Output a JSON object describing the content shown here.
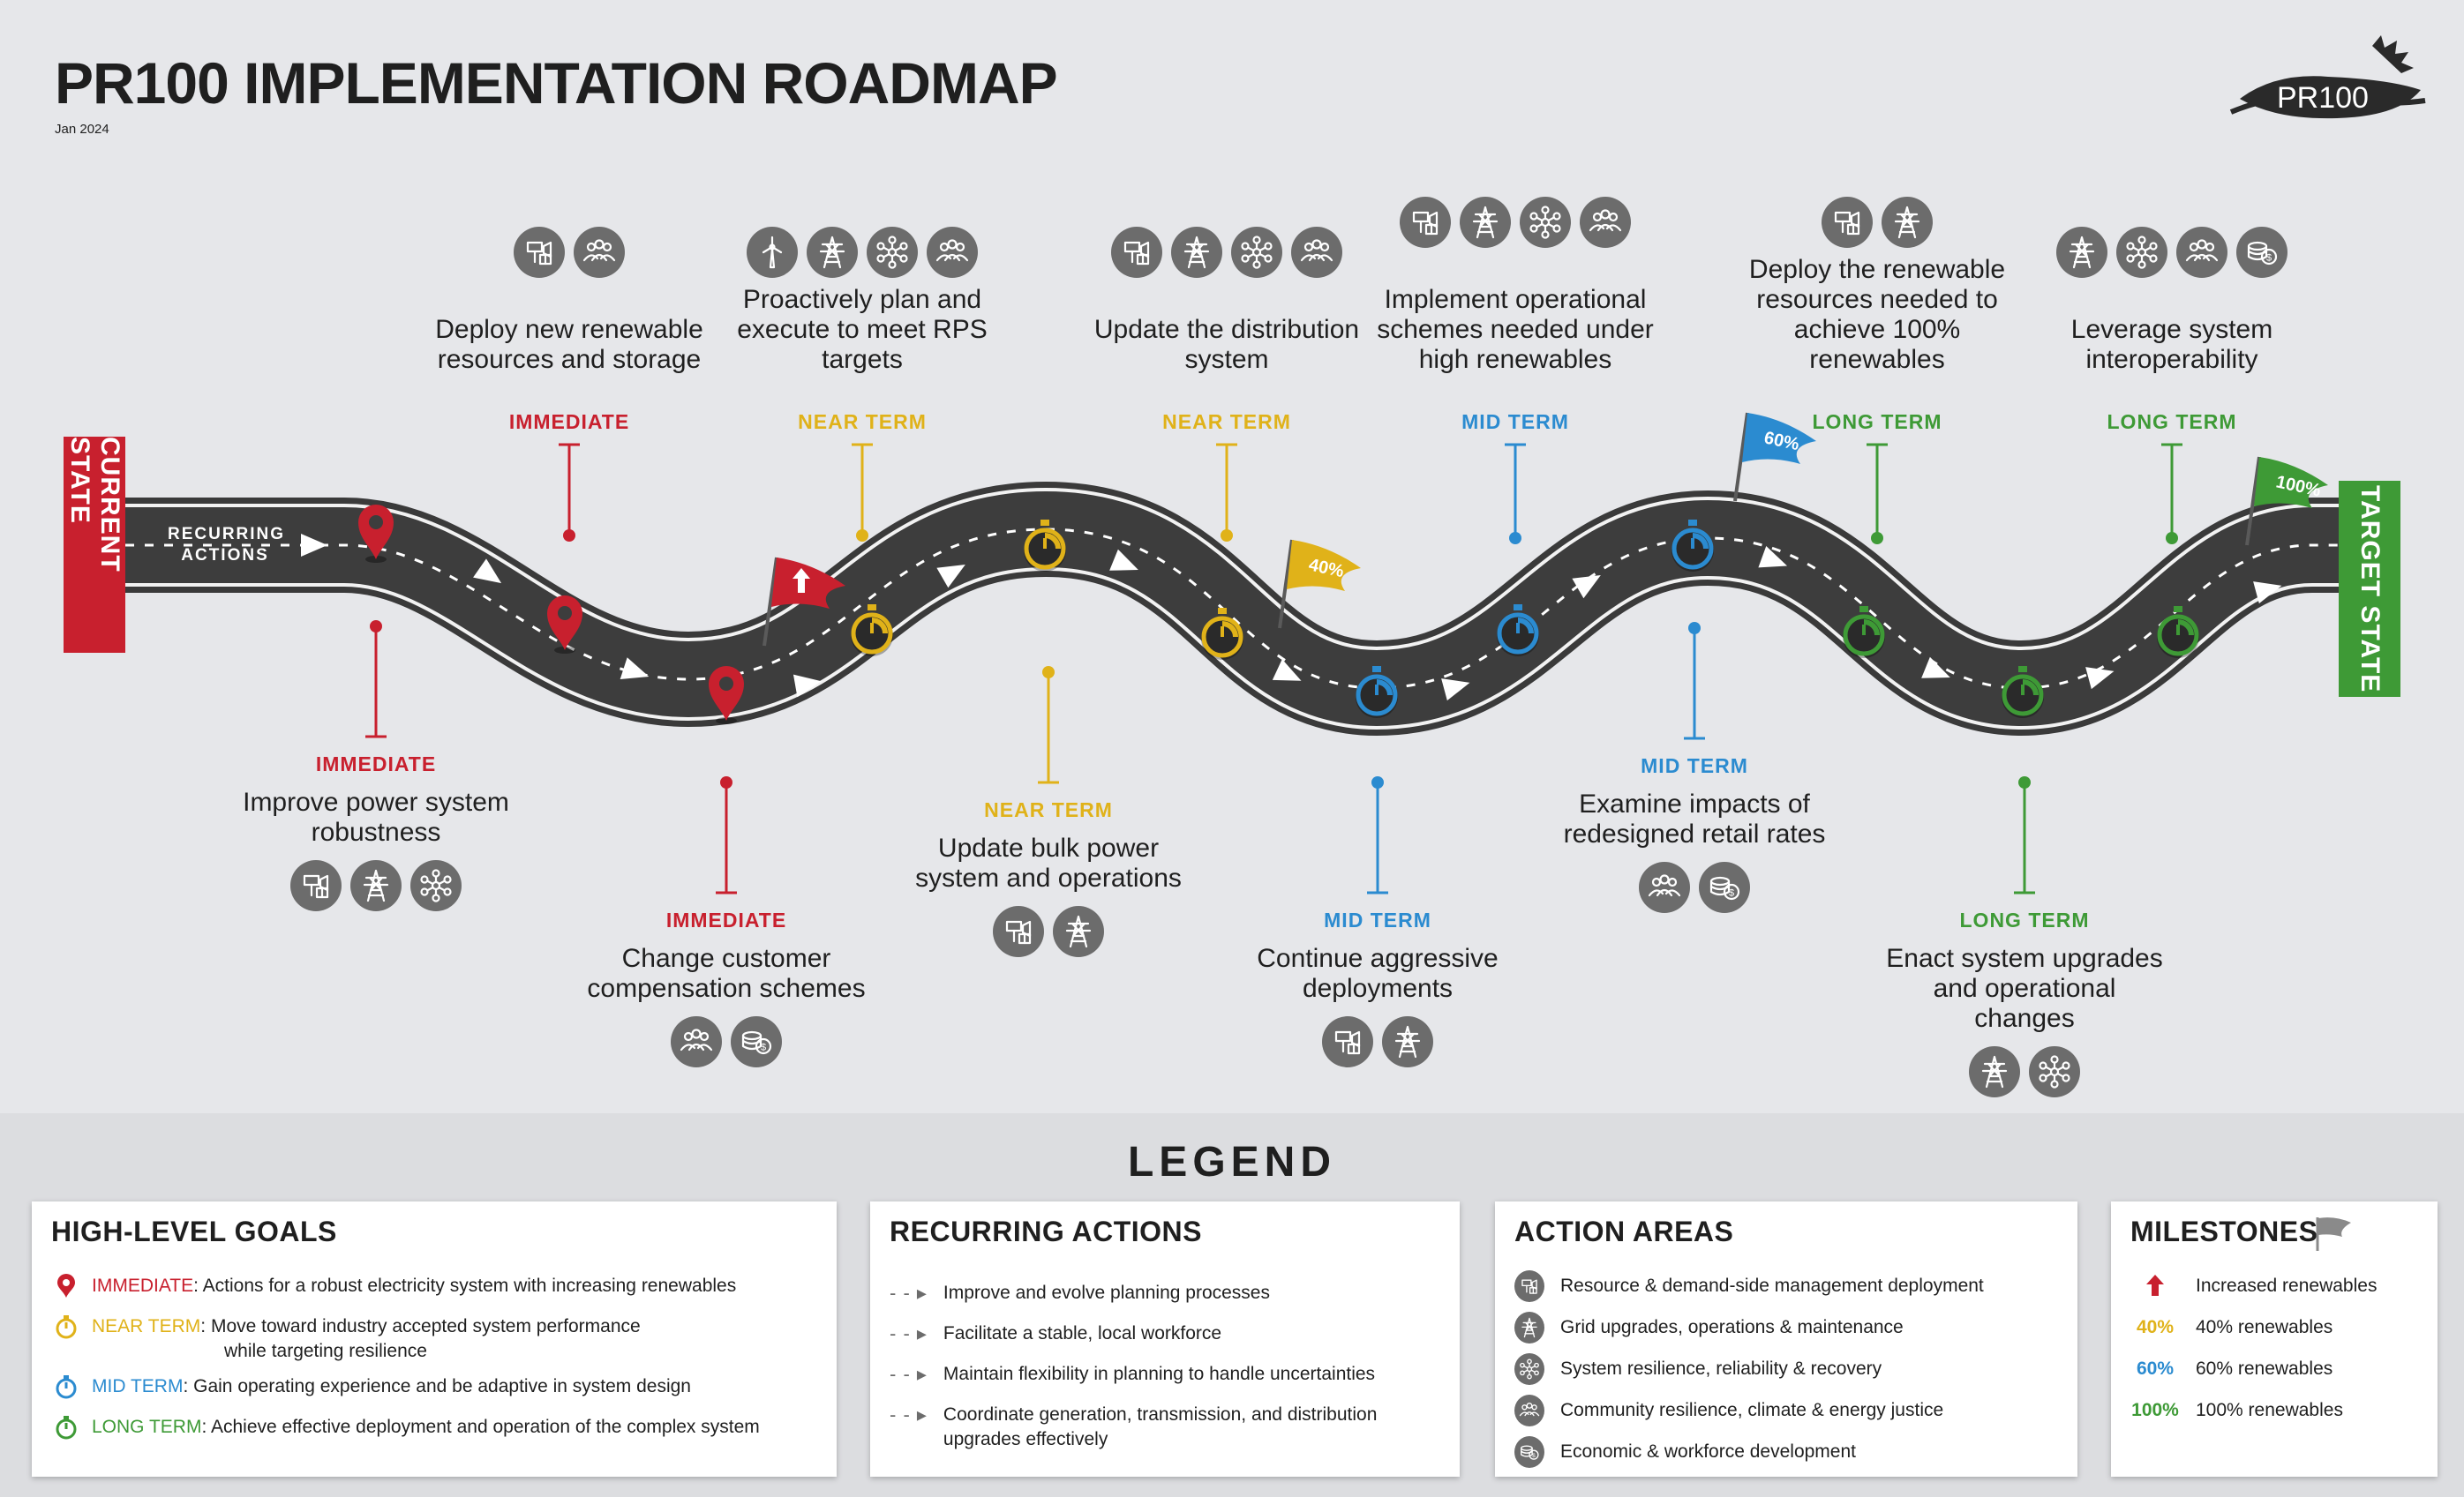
{
  "title": "PR100 IMPLEMENTATION ROADMAP",
  "date": "Jan 2024",
  "logo_text": "PR100",
  "current_state": "CURRENT STATE",
  "target_state": "TARGET STATE",
  "recurring_label": "RECURRING\nACTIONS",
  "colors": {
    "immediate": "#c8202e",
    "near": "#e0b219",
    "mid": "#2b8bd0",
    "long": "#3e9a36",
    "road": "#3a3a3a",
    "icon": "#6c6c6c"
  },
  "top_actions": [
    {
      "text": "Deploy new renewable resources and storage",
      "term": "IMMEDIATE",
      "term_key": "immediate",
      "icons": [
        "resource-icon",
        "community-icon"
      ]
    },
    {
      "text": "Proactively plan and execute to meet RPS targets",
      "term": "NEAR TERM",
      "term_key": "near",
      "icons": [
        "wind-turbine-icon",
        "grid-tower-icon",
        "network-icon",
        "community-icon"
      ]
    },
    {
      "text": "Update the distribution system",
      "term": "NEAR TERM",
      "term_key": "near",
      "icons": [
        "resource-icon",
        "grid-tower-icon",
        "network-icon",
        "community-icon"
      ]
    },
    {
      "text": "Implement operational schemes needed under high renewables",
      "term": "MID TERM",
      "term_key": "mid",
      "icons": [
        "resource-icon",
        "grid-tower-icon",
        "network-icon",
        "community-icon"
      ]
    },
    {
      "text": "Deploy the renewable resources needed to achieve 100% renewables",
      "term": "LONG TERM",
      "term_key": "long",
      "icons": [
        "resource-icon",
        "grid-tower-icon"
      ]
    },
    {
      "text": "Leverage system interoperability",
      "term": "LONG TERM",
      "term_key": "long",
      "icons": [
        "grid-tower-icon",
        "network-icon",
        "community-icon",
        "economic-icon"
      ]
    }
  ],
  "bottom_actions": [
    {
      "text": "Improve power system robustness",
      "term": "IMMEDIATE",
      "term_key": "immediate",
      "icons": [
        "resource-icon",
        "grid-tower-icon",
        "network-icon"
      ]
    },
    {
      "text": "Change customer compensation schemes",
      "term": "IMMEDIATE",
      "term_key": "immediate",
      "icons": [
        "community-icon",
        "economic-icon"
      ]
    },
    {
      "text": "Update bulk power system and operations",
      "term": "NEAR TERM",
      "term_key": "near",
      "icons": [
        "resource-icon",
        "grid-tower-icon"
      ]
    },
    {
      "text": "Continue aggressive deployments",
      "term": "MID TERM",
      "term_key": "mid",
      "icons": [
        "resource-icon",
        "grid-tower-icon"
      ]
    },
    {
      "text": "Examine impacts of redesigned retail rates",
      "term": "MID TERM",
      "term_key": "mid",
      "icons": [
        "community-icon",
        "economic-icon"
      ]
    },
    {
      "text": "Enact system upgrades and operational changes",
      "term": "LONG TERM",
      "term_key": "long",
      "icons": [
        "grid-tower-icon",
        "network-icon"
      ]
    }
  ],
  "flags": [
    {
      "label": "",
      "color": "#c8202e",
      "kind": "arrow"
    },
    {
      "label": "40%",
      "color": "#e0b219",
      "kind": "text"
    },
    {
      "label": "60%",
      "color": "#2b8bd0",
      "kind": "text"
    },
    {
      "label": "100%",
      "color": "#3e9a36",
      "kind": "text"
    }
  ],
  "legend": {
    "title": "LEGEND",
    "goals": {
      "title": "HIGH-LEVEL GOALS",
      "items": [
        {
          "term": "IMMEDIATE",
          "term_key": "immediate",
          "text": ": Actions for a robust electricity system with increasing renewables",
          "text2": ""
        },
        {
          "term": "NEAR TERM",
          "term_key": "near",
          "text": ": Move toward industry accepted system performance",
          "text2": "while targeting resilience"
        },
        {
          "term": "MID TERM",
          "term_key": "mid",
          "text": ": Gain operating experience and be adaptive in system design",
          "text2": ""
        },
        {
          "term": "LONG TERM",
          "term_key": "long",
          "text": ": Achieve effective deployment and operation of the complex system",
          "text2": ""
        }
      ]
    },
    "recurring": {
      "title": "RECURRING ACTIONS",
      "items": [
        "Improve and evolve planning processes",
        "Facilitate a stable, local workforce",
        "Maintain flexibility in planning to handle uncertainties",
        "Coordinate generation, transmission, and distribution upgrades effectively"
      ]
    },
    "areas": {
      "title": "ACTION AREAS",
      "items": [
        {
          "icon": "resource-icon",
          "text": "Resource & demand-side management deployment"
        },
        {
          "icon": "grid-tower-icon",
          "text": "Grid upgrades, operations & maintenance"
        },
        {
          "icon": "network-icon",
          "text": "System resilience, reliability & recovery"
        },
        {
          "icon": "community-icon",
          "text": "Community resilience, climate & energy justice"
        },
        {
          "icon": "economic-icon",
          "text": "Economic & workforce development"
        }
      ]
    },
    "milestones": {
      "title": "MILESTONES",
      "items": [
        {
          "mark": "",
          "color": "#c8202e",
          "text": "Increased renewables"
        },
        {
          "mark": "40%",
          "color": "#e0b219",
          "text": "40% renewables"
        },
        {
          "mark": "60%",
          "color": "#2b8bd0",
          "text": "60% renewables"
        },
        {
          "mark": "100%",
          "color": "#3e9a36",
          "text": "100% renewables"
        }
      ]
    }
  }
}
